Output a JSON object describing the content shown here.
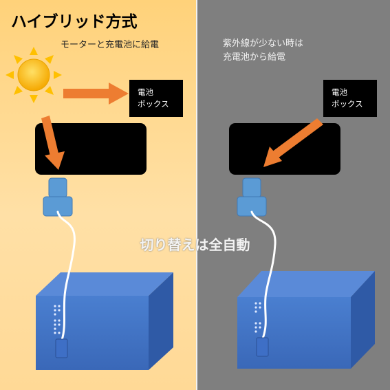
{
  "title": "ハイブリッド方式",
  "left_caption": "モーターと充電池に給電",
  "right_caption": [
    "紫外線が少ない時は",
    "充電池から給電"
  ],
  "battery_box": [
    "電池",
    "ボックス"
  ],
  "center_text": "切り替えは全自動",
  "colors": {
    "left_background": "#ffd98f",
    "right_background": "#7f7f7f",
    "arrow": "#ed7d31",
    "device": "#4472c4",
    "sun": "#ffc000"
  }
}
